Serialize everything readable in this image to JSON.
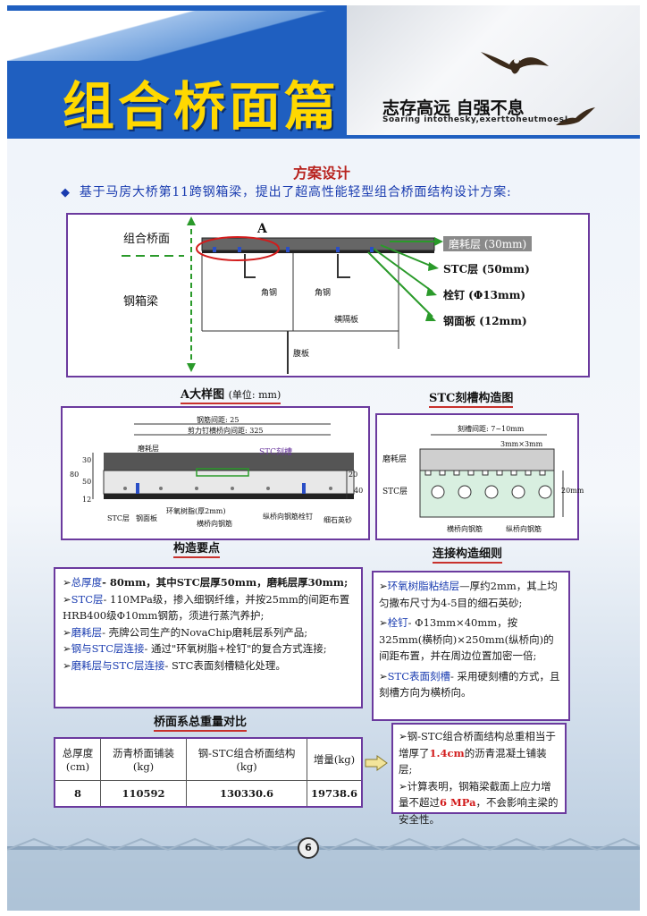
{
  "header": {
    "title": "组合桥面篇",
    "slogan": "志存高远  自强不息",
    "slogan_en": "Soaring intothesky,exerttoheutmoes!"
  },
  "section_title": "方案设计",
  "intro": "基于马房大桥第11跨钢箱梁，提出了超高性能轻型组合桥面结构设计方案:",
  "diagram_main": {
    "left_top": "组合桥面",
    "left_bottom": "钢箱梁",
    "marker": "A",
    "labels": {
      "angle1": "角钢",
      "angle2": "角钢",
      "floor_beam": "横隔板",
      "web": "腹板"
    },
    "layers": [
      "磨耗层 (30mm)",
      "STC层 (50mm)",
      "栓钉 (Φ13mm)",
      "钢面板 (12mm)"
    ]
  },
  "detail_caption": {
    "main": "A大样图",
    "unit": "(单位: mm)"
  },
  "groove_caption": "STC刻槽构造图",
  "detail_labels": {
    "spacing1": "钢筋间距: 25",
    "spacing2": "剪力钉横桥向间距: 325",
    "stc_groove": "STC刻槽",
    "wear": "磨耗层",
    "dims": [
      "30",
      "50",
      "12",
      "20",
      "80",
      "40"
    ],
    "bottom": [
      "STC层",
      "钢面板",
      "环氧树脂(厚2mm)",
      "横桥向钢筋",
      "纵桥向钢筋",
      "栓钉",
      "细石英砂"
    ]
  },
  "groove_labels": {
    "spacing": "刻槽间距: 7~10mm",
    "size": "3mm×3mm",
    "wear": "磨耗层",
    "stc": "STC层",
    "depth": "20mm",
    "rebar1": "横桥向钢筋",
    "rebar2": "纵桥向钢筋"
  },
  "construction_caption": "构造要点",
  "connection_caption": "连接构造细则",
  "construction": [
    {
      "key": "总厚度",
      "text": "- 80mm，其中STC层厚50mm，磨耗层厚30mm;"
    },
    {
      "key": "STC层",
      "text": "- 110MPa级，掺入细钢纤维，并按25mm的间距布置HRB400级Φ10mm钢筋，须进行蒸汽养护;"
    },
    {
      "key": "磨耗层",
      "text": "- 壳牌公司生产的NovaChip磨耗层系列产品;"
    },
    {
      "key": "钢与STC层连接",
      "text": "- 通过\"环氧树脂+栓钉\"的复合方式连接;"
    },
    {
      "key": "磨耗层与STC层连接",
      "text": "- STC表面刻槽糙化处理。"
    }
  ],
  "connection": [
    {
      "key": "环氧树脂粘结层",
      "text": "—厚约2mm，其上均匀撒布尺寸为4-5目的细石英砂;"
    },
    {
      "key": "栓钉",
      "text": "- Φ13mm×40mm，按325mm(横桥向)×250mm(纵桥向)的间距布置，并在周边位置加密一倍;"
    },
    {
      "key": "STC表面刻槽",
      "text": "- 采用硬刻槽的方式，且刻槽方向为横桥向。"
    }
  ],
  "weight_caption": "桥面系总重量对比",
  "weight_table": {
    "headers": [
      "总厚度(cm)",
      "沥青桥面铺装(kg)",
      "钢-STC组合桥面结构(kg)",
      "增量(kg)"
    ],
    "row": [
      "8",
      "110592",
      "130330.6",
      "19738.6"
    ]
  },
  "conclusion": {
    "p1a": "钢-STC组合桥面结构总重相当于增厚了",
    "p1v": "1.4cm",
    "p1b": "的沥青混凝土铺装层;",
    "p2a": "计算表明，钢箱梁截面上应力增量不超过",
    "p2v": "6 MPa",
    "p2b": "，不会影响主梁的安全性。"
  },
  "page_number": "6"
}
